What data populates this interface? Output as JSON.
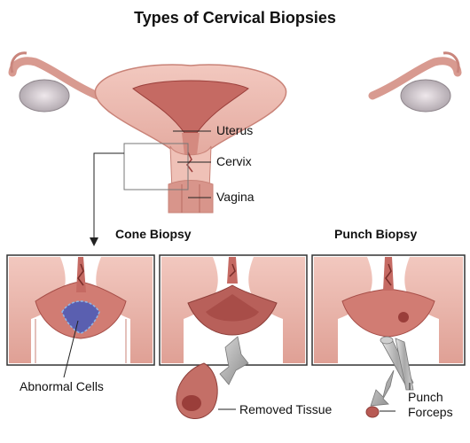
{
  "title": "Types of Cervical Biopsies",
  "labels": {
    "uterus": "Uterus",
    "cervix": "Cervix",
    "vagina": "Vagina",
    "cone_biopsy": "Cone Biopsy",
    "punch_biopsy": "Punch Biopsy",
    "abnormal_cells": "Abnormal Cells",
    "removed_tissue": "Removed Tissue",
    "punch_forceps_1": "Punch",
    "punch_forceps_2": "Forceps"
  },
  "colors": {
    "tissue": "#e9b3a8",
    "tissue_dark": "#c46f67",
    "tissue_deep": "#9a3e3a",
    "abnormal": "#5a5fb0",
    "ovary": "#cfc6cc",
    "instrument": "#b9b9b9"
  }
}
